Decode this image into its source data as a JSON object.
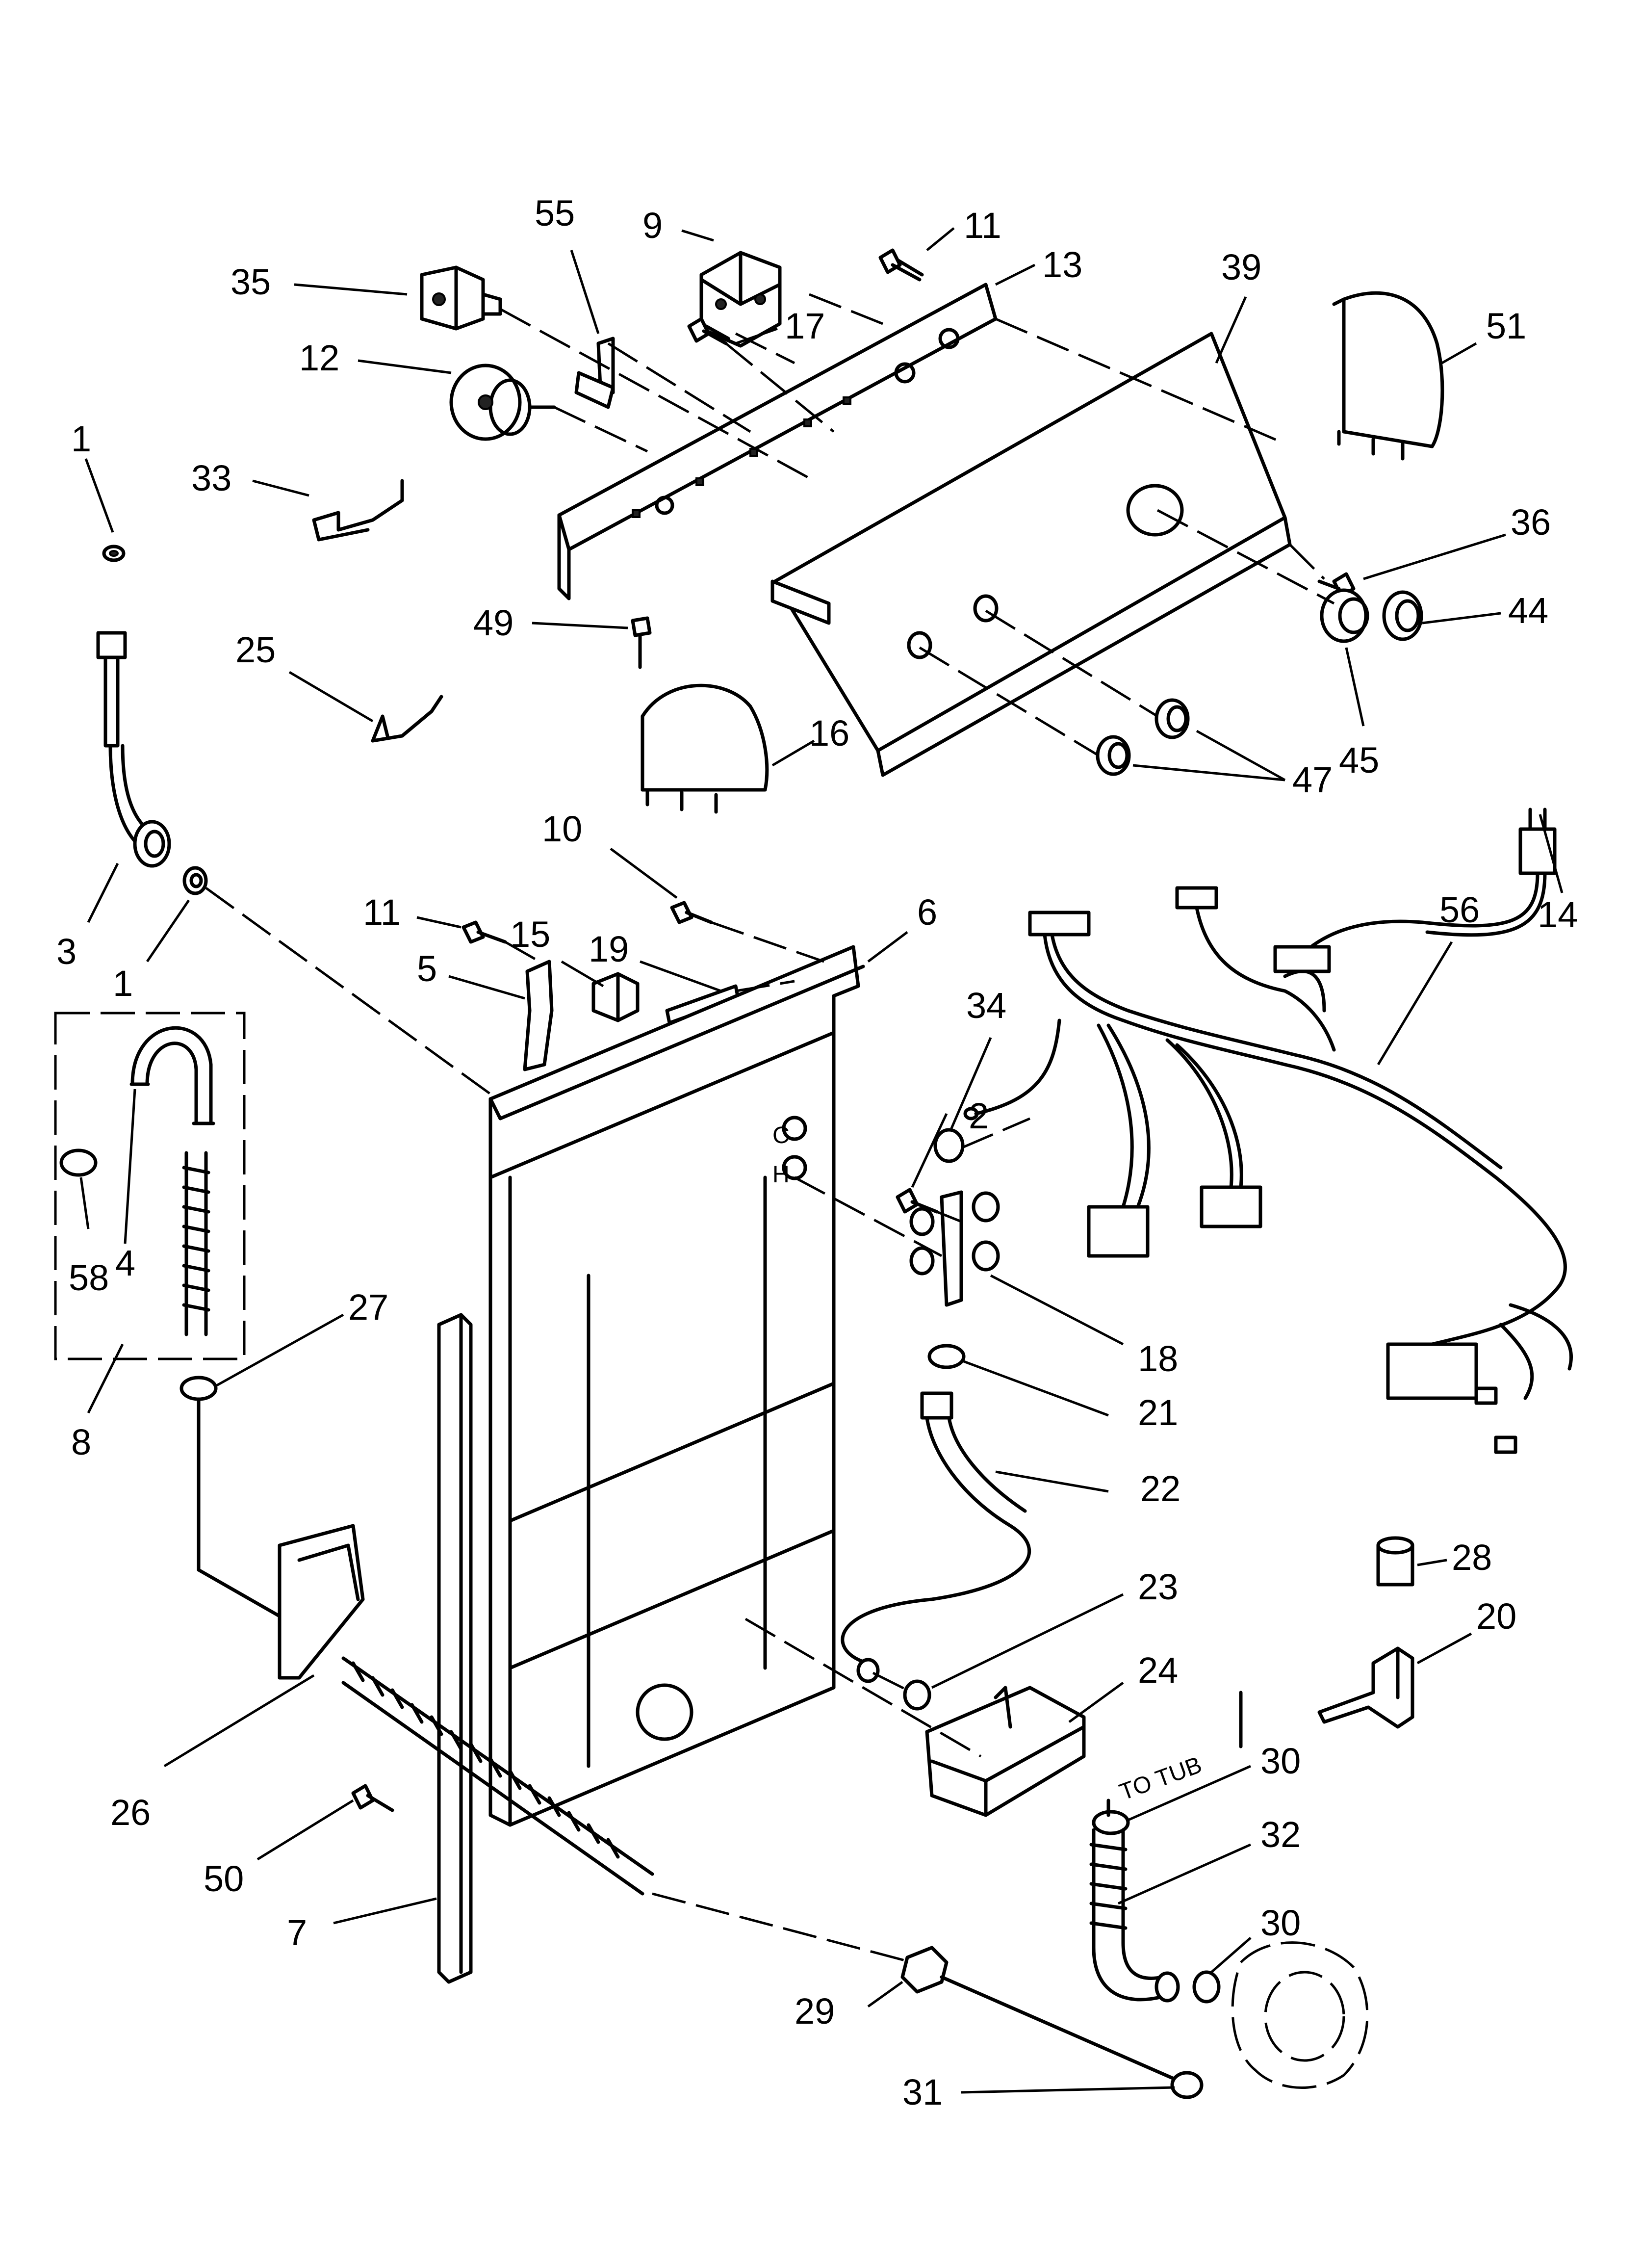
{
  "callouts": [
    {
      "id": "c-35a",
      "label": "35"
    },
    {
      "id": "c-55",
      "label": "55"
    },
    {
      "id": "c-9",
      "label": "9"
    },
    {
      "id": "c-11a",
      "label": "11"
    },
    {
      "id": "c-13",
      "label": "13"
    },
    {
      "id": "c-39",
      "label": "39"
    },
    {
      "id": "c-51",
      "label": "51"
    },
    {
      "id": "c-17",
      "label": "17"
    },
    {
      "id": "c-12",
      "label": "12"
    },
    {
      "id": "c-1a",
      "label": "1"
    },
    {
      "id": "c-33",
      "label": "33"
    },
    {
      "id": "c-36",
      "label": "36"
    },
    {
      "id": "c-44",
      "label": "44"
    },
    {
      "id": "c-49",
      "label": "49"
    },
    {
      "id": "c-25",
      "label": "25"
    },
    {
      "id": "c-16",
      "label": "16"
    },
    {
      "id": "c-45",
      "label": "45"
    },
    {
      "id": "c-47",
      "label": "47"
    },
    {
      "id": "c-3",
      "label": "3"
    },
    {
      "id": "c-1b",
      "label": "1"
    },
    {
      "id": "c-10",
      "label": "10"
    },
    {
      "id": "c-6",
      "label": "6"
    },
    {
      "id": "c-56",
      "label": "56"
    },
    {
      "id": "c-14",
      "label": "14"
    },
    {
      "id": "c-11b",
      "label": "11"
    },
    {
      "id": "c-15",
      "label": "15"
    },
    {
      "id": "c-19",
      "label": "19"
    },
    {
      "id": "c-5",
      "label": "5"
    },
    {
      "id": "c-34",
      "label": "34"
    },
    {
      "id": "c-2",
      "label": "2"
    },
    {
      "id": "c-4",
      "label": "4"
    },
    {
      "id": "c-58",
      "label": "58"
    },
    {
      "id": "c-27",
      "label": "27"
    },
    {
      "id": "c-8",
      "label": "8"
    },
    {
      "id": "c-18",
      "label": "18"
    },
    {
      "id": "c-21",
      "label": "21"
    },
    {
      "id": "c-22",
      "label": "22"
    },
    {
      "id": "c-28",
      "label": "28"
    },
    {
      "id": "c-23",
      "label": "23"
    },
    {
      "id": "c-20",
      "label": "20"
    },
    {
      "id": "c-24",
      "label": "24"
    },
    {
      "id": "c-26",
      "label": "26"
    },
    {
      "id": "c-30a",
      "label": "30"
    },
    {
      "id": "c-50",
      "label": "50"
    },
    {
      "id": "c-32",
      "label": "32"
    },
    {
      "id": "c-7",
      "label": "7"
    },
    {
      "id": "c-30b",
      "label": "30"
    },
    {
      "id": "c-29",
      "label": "29"
    },
    {
      "id": "c-31",
      "label": "31"
    }
  ],
  "annotations": {
    "to_tub": "TO TUB",
    "valve_hot": "H",
    "valve_cold": "C"
  }
}
